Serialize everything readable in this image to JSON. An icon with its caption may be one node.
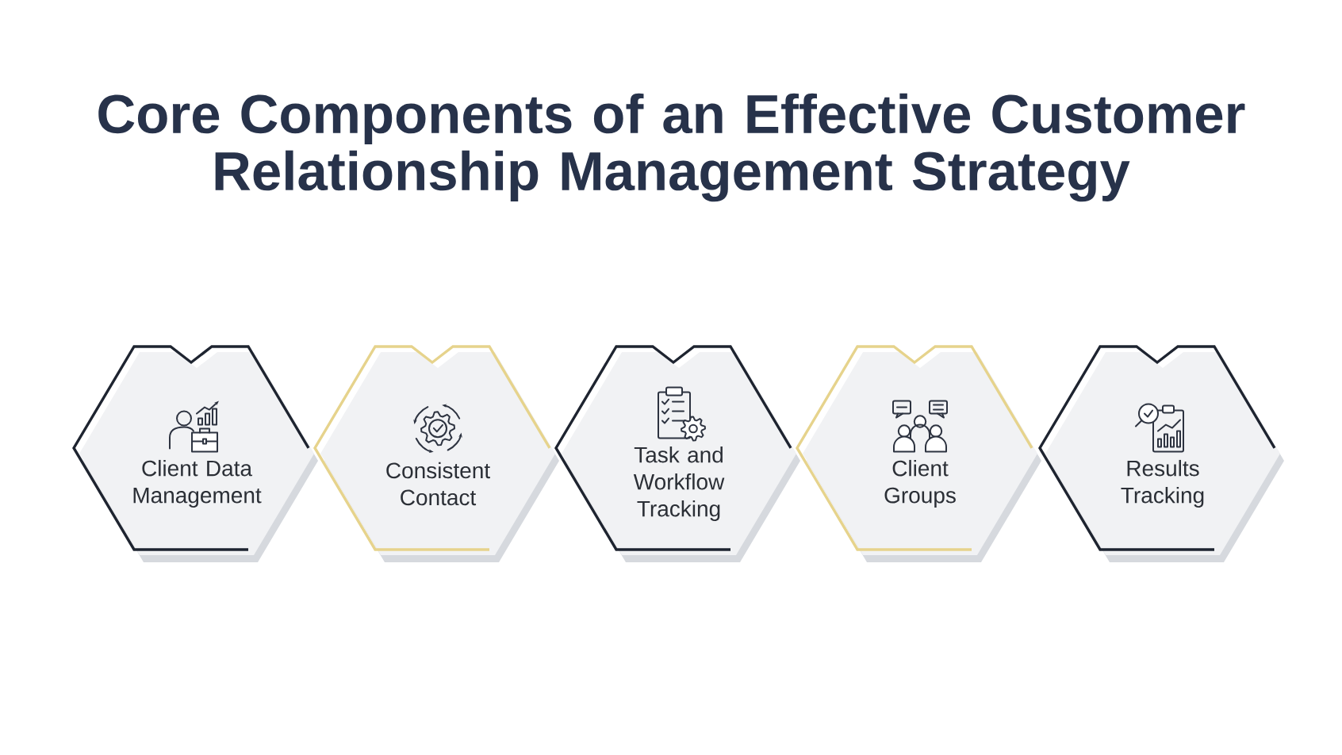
{
  "diagram": {
    "title": "Core Components of an Effective Customer Relationship Management Strategy",
    "nodes": [
      {
        "text": [
          "Client Data Management"
        ]
      },
      {
        "text": [
          "Consistent Contact"
        ]
      },
      {
        "text": [
          "Task and Workflow Tracking"
        ]
      },
      {
        "text": [
          "Client Groups"
        ]
      },
      {
        "text": [
          "Results Tracking"
        ]
      }
    ]
  }
}
